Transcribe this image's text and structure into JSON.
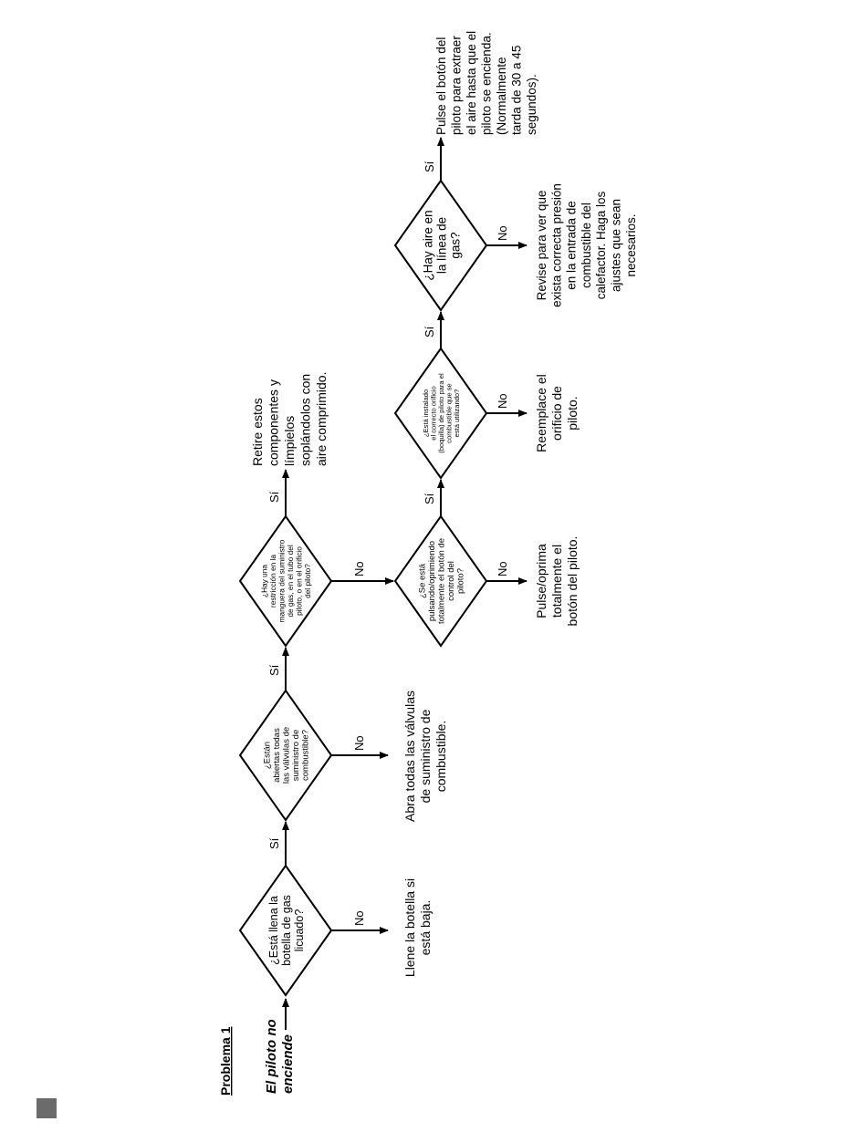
{
  "heading": "Problema 1",
  "start": {
    "line1": "El piloto no",
    "line2": "enciende"
  },
  "yes_label": "Sí",
  "no_label": "No",
  "decisions": [
    {
      "lines": [
        "¿Está llena la",
        "botella de gas",
        "licuado?"
      ]
    },
    {
      "lines": [
        "¿Están",
        "abiertas todas",
        "las válvulas de",
        "suministro de",
        "combustible?"
      ]
    },
    {
      "lines": [
        "¿Hay una",
        "restricción en la",
        "manguera del suministro",
        "de gas, en el tubo del",
        "piloto, o en el orificio",
        "del piloto?"
      ]
    },
    {
      "lines": [
        "¿Se está",
        "pulsando/oprimiendo",
        "totalmente el botón de",
        "control del",
        "piloto?"
      ]
    },
    {
      "lines": [
        "¿Está instalado",
        "el correcto orificio",
        "(boquilla) de piloto para el",
        "combustible que se",
        "está utilizando?"
      ]
    },
    {
      "lines": [
        "¿Hay aire en",
        "la línea de",
        "gas?"
      ]
    }
  ],
  "actions": [
    {
      "lines": [
        "Llene la botella si",
        "está baja."
      ]
    },
    {
      "lines": [
        "Abra todas las válvulas",
        "de suministro de",
        "combustible."
      ]
    },
    {
      "lines": [
        "Retire estos",
        "componentes y",
        "límpielos",
        "soplándolos con",
        "aire comprimido."
      ]
    },
    {
      "lines": [
        "Pulse/oprima",
        "totalmente el",
        "botón del piloto."
      ]
    },
    {
      "lines": [
        "Reemplace el",
        "orificio de",
        "piloto."
      ]
    },
    {
      "lines": [
        "Revise para ver que",
        "exista correcta presión",
        "en la entrada de",
        "combustible del",
        "calefactor.  Haga los",
        "ajustes que sean",
        "necesarios."
      ]
    },
    {
      "lines": [
        "Pulse el botón del",
        "piloto para extraer",
        "el aire hasta que el",
        "piloto se encienda.",
        "(Normalmente",
        "tarda de 30 a 45",
        "segundos)."
      ]
    }
  ]
}
